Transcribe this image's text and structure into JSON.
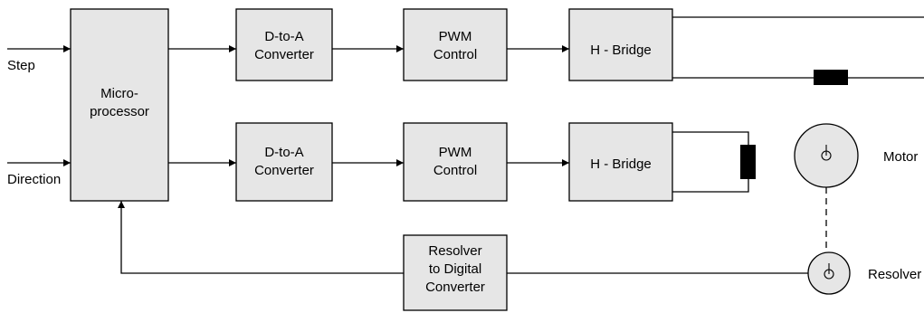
{
  "inputs": {
    "step": "Step",
    "direction": "Direction"
  },
  "blocks": {
    "micro": [
      "Micro-",
      "processor"
    ],
    "dac_top": [
      "D-to-A",
      "Converter"
    ],
    "pwm_top": [
      "PWM",
      "Control"
    ],
    "hbridge_top": [
      "H - Bridge"
    ],
    "dac_bottom": [
      "D-to-A",
      "Converter"
    ],
    "pwm_bottom": [
      "PWM",
      "Control"
    ],
    "hbridge_bottom": [
      "H - Bridge"
    ],
    "rdc": [
      "Resolver",
      "to Digital",
      "Converter"
    ]
  },
  "devices": {
    "motor": "Motor",
    "resolver": "Resolver"
  },
  "colors": {
    "block_fill": "#e6e6e6",
    "line": "#000000",
    "winding": "#000000"
  }
}
